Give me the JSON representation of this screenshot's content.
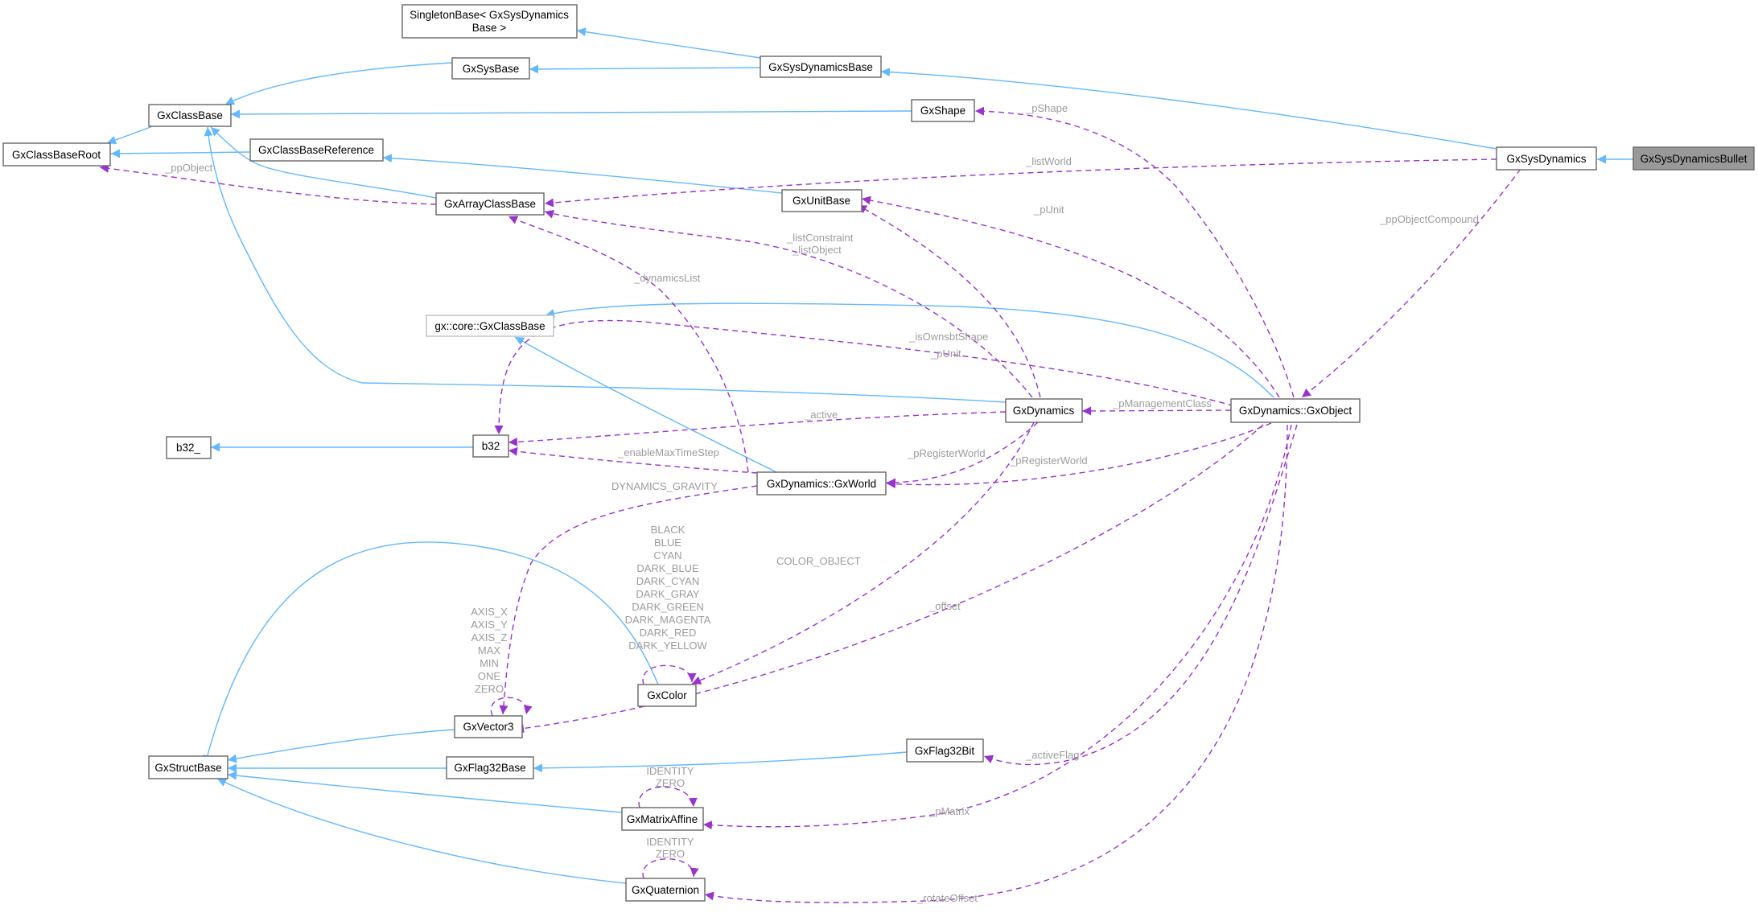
{
  "colors": {
    "inheritance": "#63b8ff",
    "usage": "#9a32cd",
    "label": "#9c9c9c",
    "current_node": "#999999",
    "node_border": "#666666"
  },
  "nodes": {
    "singleton_base": [
      "SingletonBase< GxSysDynamics",
      "Base >"
    ],
    "gx_sys_dynamics_base": "GxSysDynamicsBase",
    "gx_sys_base": "GxSysBase",
    "gx_class_base": "GxClassBase",
    "gx_shape": "GxShape",
    "gx_class_base_root": "GxClassBaseRoot",
    "gx_class_base_reference": "GxClassBaseReference",
    "gx_sys_dynamics": "GxSysDynamics",
    "gx_sys_dynamics_bullet": "GxSysDynamicsBullet",
    "gx_array_class_base": "GxArrayClassBase",
    "gx_unit_base": "GxUnitBase",
    "gx_core_class_base": "gx::core::GxClassBase",
    "gx_dynamics": "GxDynamics",
    "gx_dynamics_gx_object": "GxDynamics::GxObject",
    "b32_underscore": "b32_",
    "b32": "b32",
    "gx_dynamics_gx_world": "GxDynamics::GxWorld",
    "gx_color": "GxColor",
    "gx_vector3": "GxVector3",
    "gx_struct_base": "GxStructBase",
    "gx_flag32_base": "GxFlag32Base",
    "gx_flag32_bit": "GxFlag32Bit",
    "gx_matrix_affine": "GxMatrixAffine",
    "gx_quaternion": "GxQuaternion"
  },
  "edge_labels": {
    "p_shape": "_pShape",
    "list_world": "_listWorld",
    "pp_object": "_ppObject",
    "p_unit_1": "_pUnit",
    "pp_object_compound": "_ppObjectCompound",
    "list_constraint": [
      "_listConstraint",
      "_listObject"
    ],
    "p_unit_2": "_pUnit",
    "dynamics_list": "_dynamicsList",
    "is_owns_bt_shape": "_isOwnsbtShape",
    "p_management_class": "_pManagementClass",
    "active": "_active",
    "enable_max_time_step": "_enableMaxTimeStep",
    "p_register_world_1": "_pRegisterWorld",
    "p_register_world_2": "_pRegisterWorld",
    "dynamics_gravity": "DYNAMICS_GRAVITY",
    "color_constants": [
      "BLACK",
      "BLUE",
      "CYAN",
      "DARK_BLUE",
      "DARK_CYAN",
      "DARK_GRAY",
      "DARK_GREEN",
      "DARK_MAGENTA",
      "DARK_RED",
      "DARK_YELLOW"
    ],
    "color_object": "COLOR_OBJECT",
    "offset": "_offset",
    "vector_constants": [
      "AXIS_X",
      "AXIS_Y",
      "AXIS_Z",
      "MAX",
      "MIN",
      "ONE",
      "ZERO"
    ],
    "active_flag": "_activeFlag",
    "matrix_constants": [
      "IDENTITY",
      "ZERO"
    ],
    "p_matrix": "_pMatrix",
    "quaternion_constants": [
      "IDENTITY",
      "ZERO"
    ],
    "rotate_offset": "_rotateOffset"
  }
}
